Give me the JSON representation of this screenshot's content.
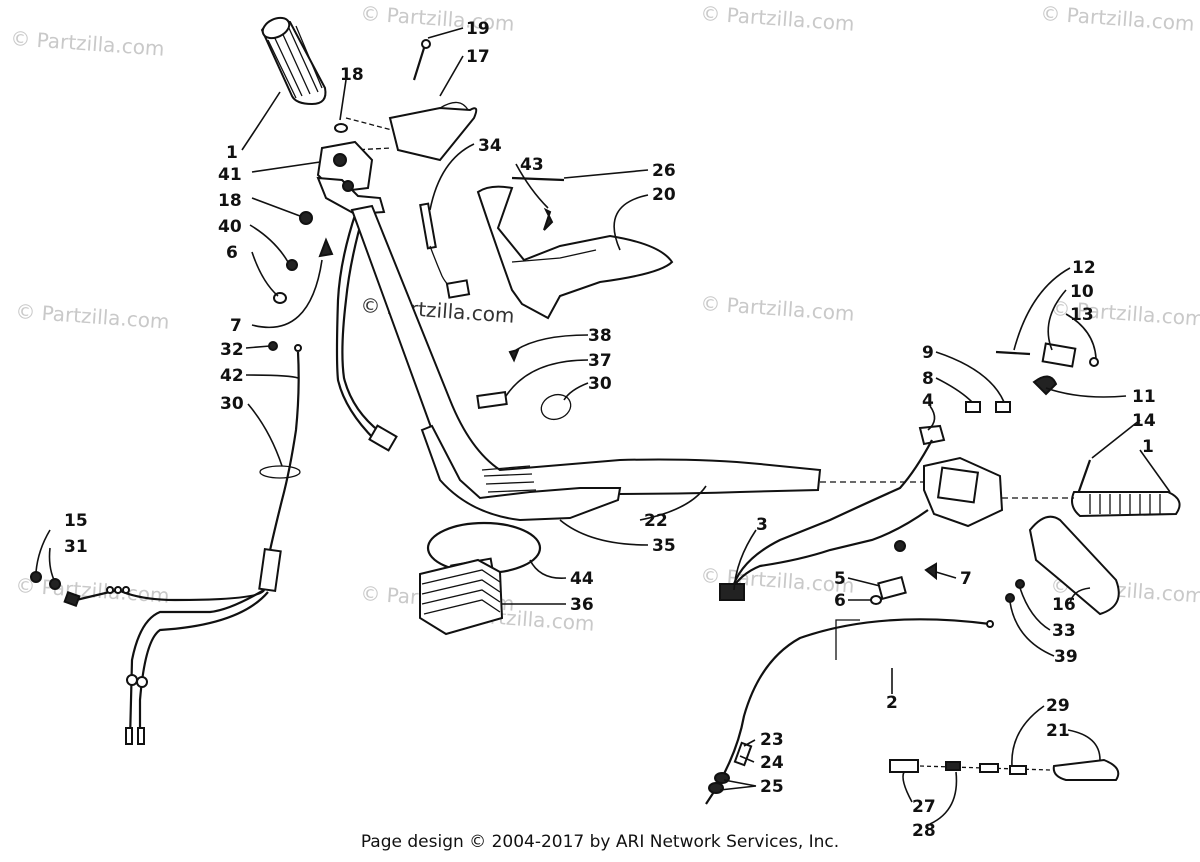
{
  "watermarks": [
    "© Partzilla.com",
    "© Partzilla.com",
    "© Partzilla.com",
    "© Partzilla.com",
    "© Partzilla.com",
    "© Partzilla.com",
    "© Partzilla.com",
    "© Partzilla.com",
    "© Partzilla.com",
    "© Partzilla.com",
    "© Partzilla.com",
    "© Partzilla.com"
  ],
  "center_watermark": "© Partzilla.com",
  "callouts": [
    "19",
    "17",
    "18",
    "1",
    "41",
    "18",
    "40",
    "6",
    "7",
    "34",
    "43",
    "26",
    "20",
    "32",
    "42",
    "30",
    "38",
    "37",
    "30",
    "15",
    "31",
    "22",
    "35",
    "44",
    "36",
    "3",
    "12",
    "10",
    "13",
    "9",
    "8",
    "11",
    "4",
    "14",
    "1",
    "5",
    "7",
    "6",
    "16",
    "33",
    "39",
    "2",
    "23",
    "24",
    "25",
    "29",
    "21",
    "27",
    "28"
  ],
  "footer": "Page design © 2004-2017 by ARI Network Services, Inc."
}
